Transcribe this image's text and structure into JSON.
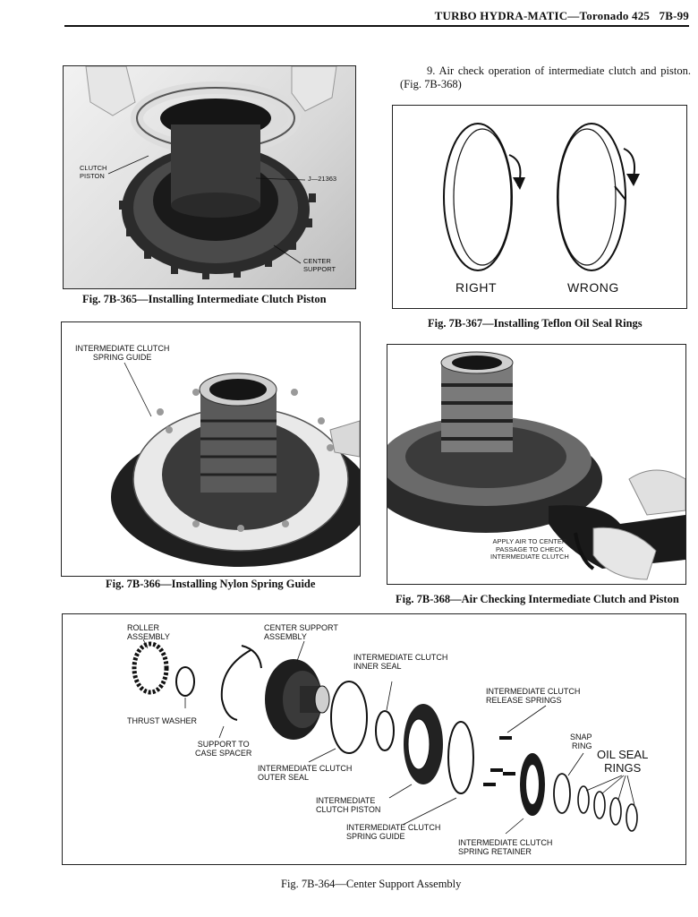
{
  "header": {
    "title": "TURBO HYDRA-MATIC—Toronado 425",
    "page": "7B-99"
  },
  "step9": {
    "text": "9. Air check operation of intermediate clutch and piston. (Fig. 7B-368)"
  },
  "fig365": {
    "caption": "Fig. 7B-365—Installing Intermediate Clutch Piston",
    "labels": {
      "clutch_piston_1": "CLUTCH",
      "clutch_piston_2": "PISTON",
      "tool": "J—21363",
      "center_support_1": "CENTER",
      "center_support_2": "SUPPORT"
    }
  },
  "fig367": {
    "caption": "Fig. 7B-367—Installing Teflon Oil Seal Rings",
    "right": "RIGHT",
    "wrong": "WRONG"
  },
  "fig366": {
    "caption": "Fig. 7B-366—Installing Nylon Spring Guide",
    "labels": {
      "guide_1": "INTERMEDIATE CLUTCH",
      "guide_2": "SPRING GUIDE"
    }
  },
  "fig368": {
    "caption": "Fig. 7B-368—Air Checking Intermediate Clutch and Piston",
    "labels": {
      "air_1": "APPLY AIR TO CENTER",
      "air_2": "PASSAGE TO CHECK",
      "air_3": "INTERMEDIATE CLUTCH"
    }
  },
  "fig364": {
    "caption": "Fig. 7B-364—Center Support Assembly",
    "labels": {
      "roller_1": "ROLLER",
      "roller_2": "ASSEMBLY",
      "center_1": "CENTER SUPPORT",
      "center_2": "ASSEMBLY",
      "inner_1": "INTERMEDIATE CLUTCH",
      "inner_2": "INNER SEAL",
      "release_1": "INTERMEDIATE CLUTCH",
      "release_2": "RELEASE SPRINGS",
      "thrust": "THRUST WASHER",
      "snap_1": "SNAP",
      "snap_2": "RING",
      "oil_1": "OIL SEAL",
      "oil_2": "RINGS",
      "support_1": "SUPPORT TO",
      "support_2": "CASE SPACER",
      "outer_1": "INTERMEDIATE CLUTCH",
      "outer_2": "OUTER SEAL",
      "piston_1": "INTERMEDIATE",
      "piston_2": "CLUTCH PISTON",
      "guide_1": "INTERMEDIATE CLUTCH",
      "guide_2": "SPRING GUIDE",
      "retainer_1": "INTERMEDIATE CLUTCH",
      "retainer_2": "SPRING RETAINER"
    }
  }
}
